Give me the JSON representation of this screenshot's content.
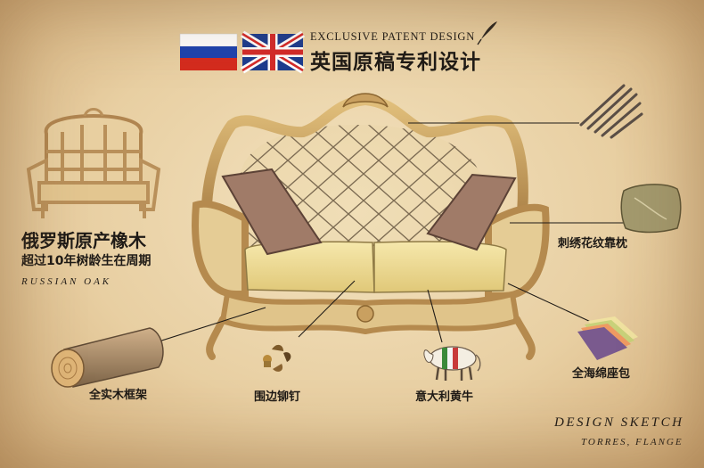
{
  "header": {
    "title_en": "EXCLUSIVE PATENT DESIGN",
    "title_cn": "英国原稿专利设计"
  },
  "oak": {
    "title": "俄罗斯原产橡木",
    "subtitle": "超过10年树龄生在周期",
    "en": "RUSSIAN OAK"
  },
  "labels": {
    "pillow": "刺绣花纹靠枕",
    "sponge": "全海绵座包",
    "frame": "全实木框架",
    "nail": "围边铆钉",
    "leather": "意大利黄牛"
  },
  "signature": {
    "line1": "DESIGN SKETCH",
    "line2": "TORRES, FLANGE"
  },
  "flags": [
    "russia-flag",
    "uk-flag"
  ],
  "colors": {
    "paper": "#ecd5a8",
    "wood": "#c9a060",
    "cushion": "#f0de98",
    "pillow": "#a07b68",
    "ink": "#1e1a16"
  }
}
